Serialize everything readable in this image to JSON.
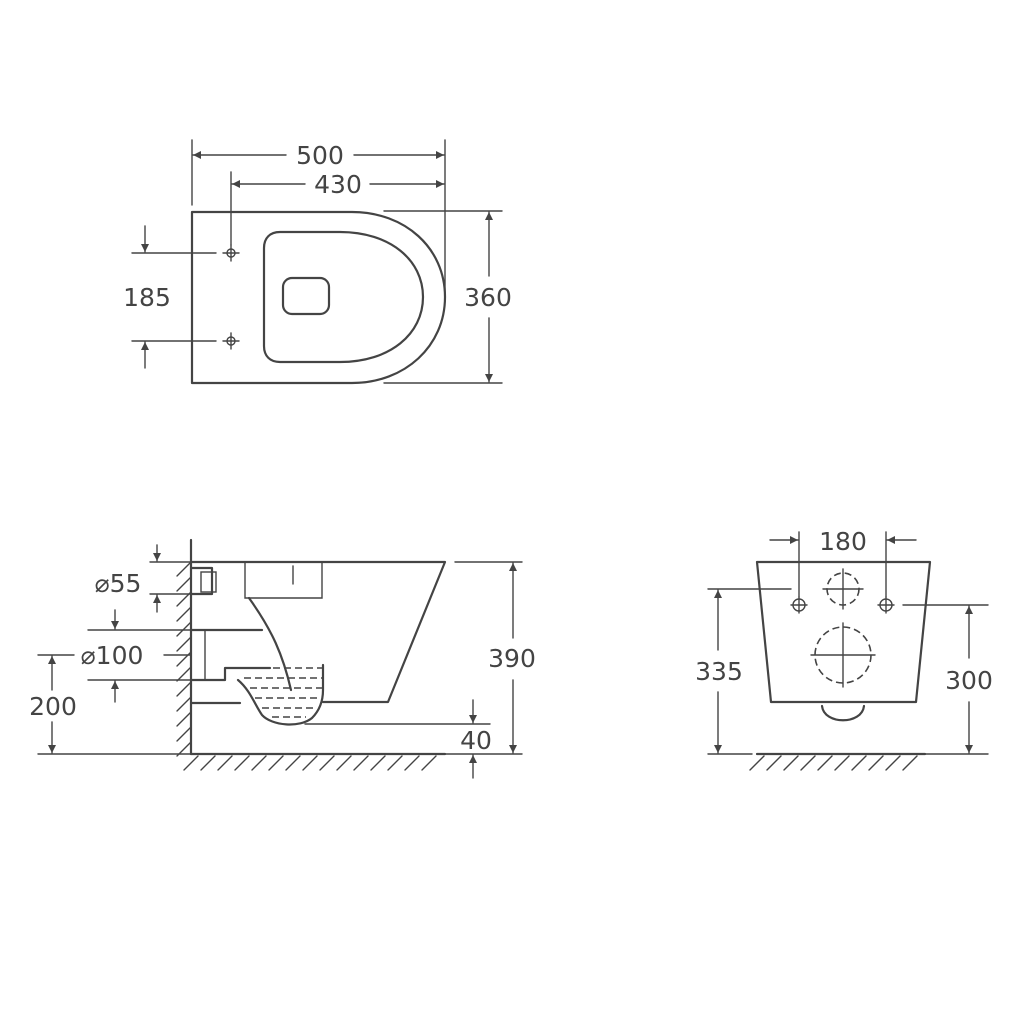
{
  "top_view": {
    "width_overall": "500",
    "width_to_fixings": "430",
    "fixing_spacing": "185",
    "depth": "360"
  },
  "side_view": {
    "inlet_diameter": "⌀55",
    "outlet_diameter": "⌀100",
    "outlet_height": "200",
    "total_height": "390",
    "bottom_clearance": "40"
  },
  "back_view": {
    "fixing_spacing": "180",
    "fixing_height": "335",
    "outlet_height": "300"
  }
}
